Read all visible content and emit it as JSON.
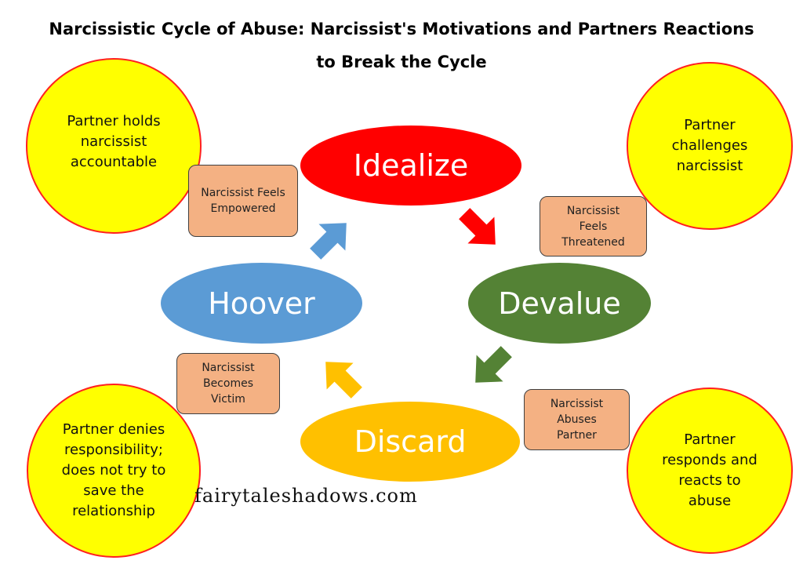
{
  "title": {
    "line1": "Narcissistic Cycle of Abuse: Narcissist's Motivations and Partners Reactions",
    "line2": "to Break the Cycle"
  },
  "stages": {
    "idealize": {
      "label": "Idealize",
      "color": "#ff0000"
    },
    "devalue": {
      "label": "Devalue",
      "color": "#548235"
    },
    "discard": {
      "label": "Discard",
      "color": "#ffc000"
    },
    "hoover": {
      "label": "Hoover",
      "color": "#5b9bd5"
    }
  },
  "motivations": {
    "empowered": "Narcissist Feels\nEmpowered",
    "threatened": "Narcissist\nFeels\nThreatened",
    "abuses": "Narcissist\nAbuses\nPartner",
    "victim": "Narcissist\nBecomes\nVictim"
  },
  "reactions": {
    "top_left": "Partner  holds\nnarcissist\naccountable",
    "top_right": "Partner\nchallenges\nnarcissist",
    "bottom_left": "Partner denies\nresponsibility;\ndoes not try to\nsave the\nrelationship",
    "bottom_right": "Partner\nresponds and\nreacts to\nabuse"
  },
  "watermark": "fairytaleshadows.com"
}
